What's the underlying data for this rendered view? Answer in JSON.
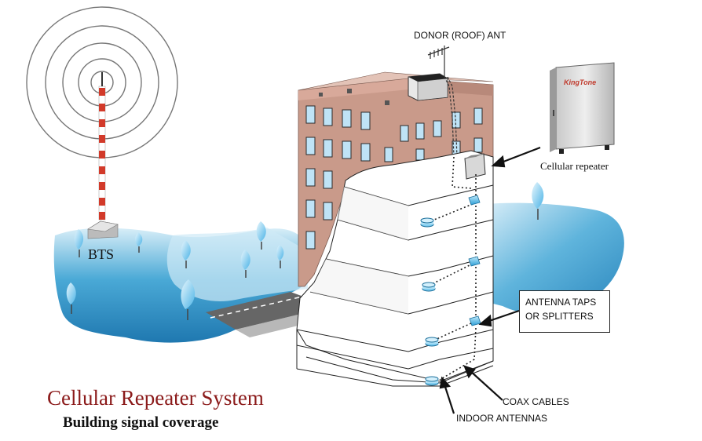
{
  "diagram": {
    "title": "Cellular Repeater System",
    "subtitle": "Building signal coverage",
    "labels": {
      "bts": "BTS",
      "donor_antenna": "DONOR (ROOF) ANT",
      "cellular_repeater": "Cellular repeater",
      "antenna_taps_line1": "ANTENNA TAPS",
      "antenna_taps_line2": "OR SPLITTERS",
      "coax_cables": "COAX CABLES",
      "indoor_antennas": "INDOOR ANTENNAS",
      "repeater_brand": "KingTone"
    },
    "colors": {
      "title": "#8b1a1a",
      "terrain": "#2f8fc0",
      "building": "#c99a8a",
      "tower_red": "#d23a2a"
    }
  }
}
